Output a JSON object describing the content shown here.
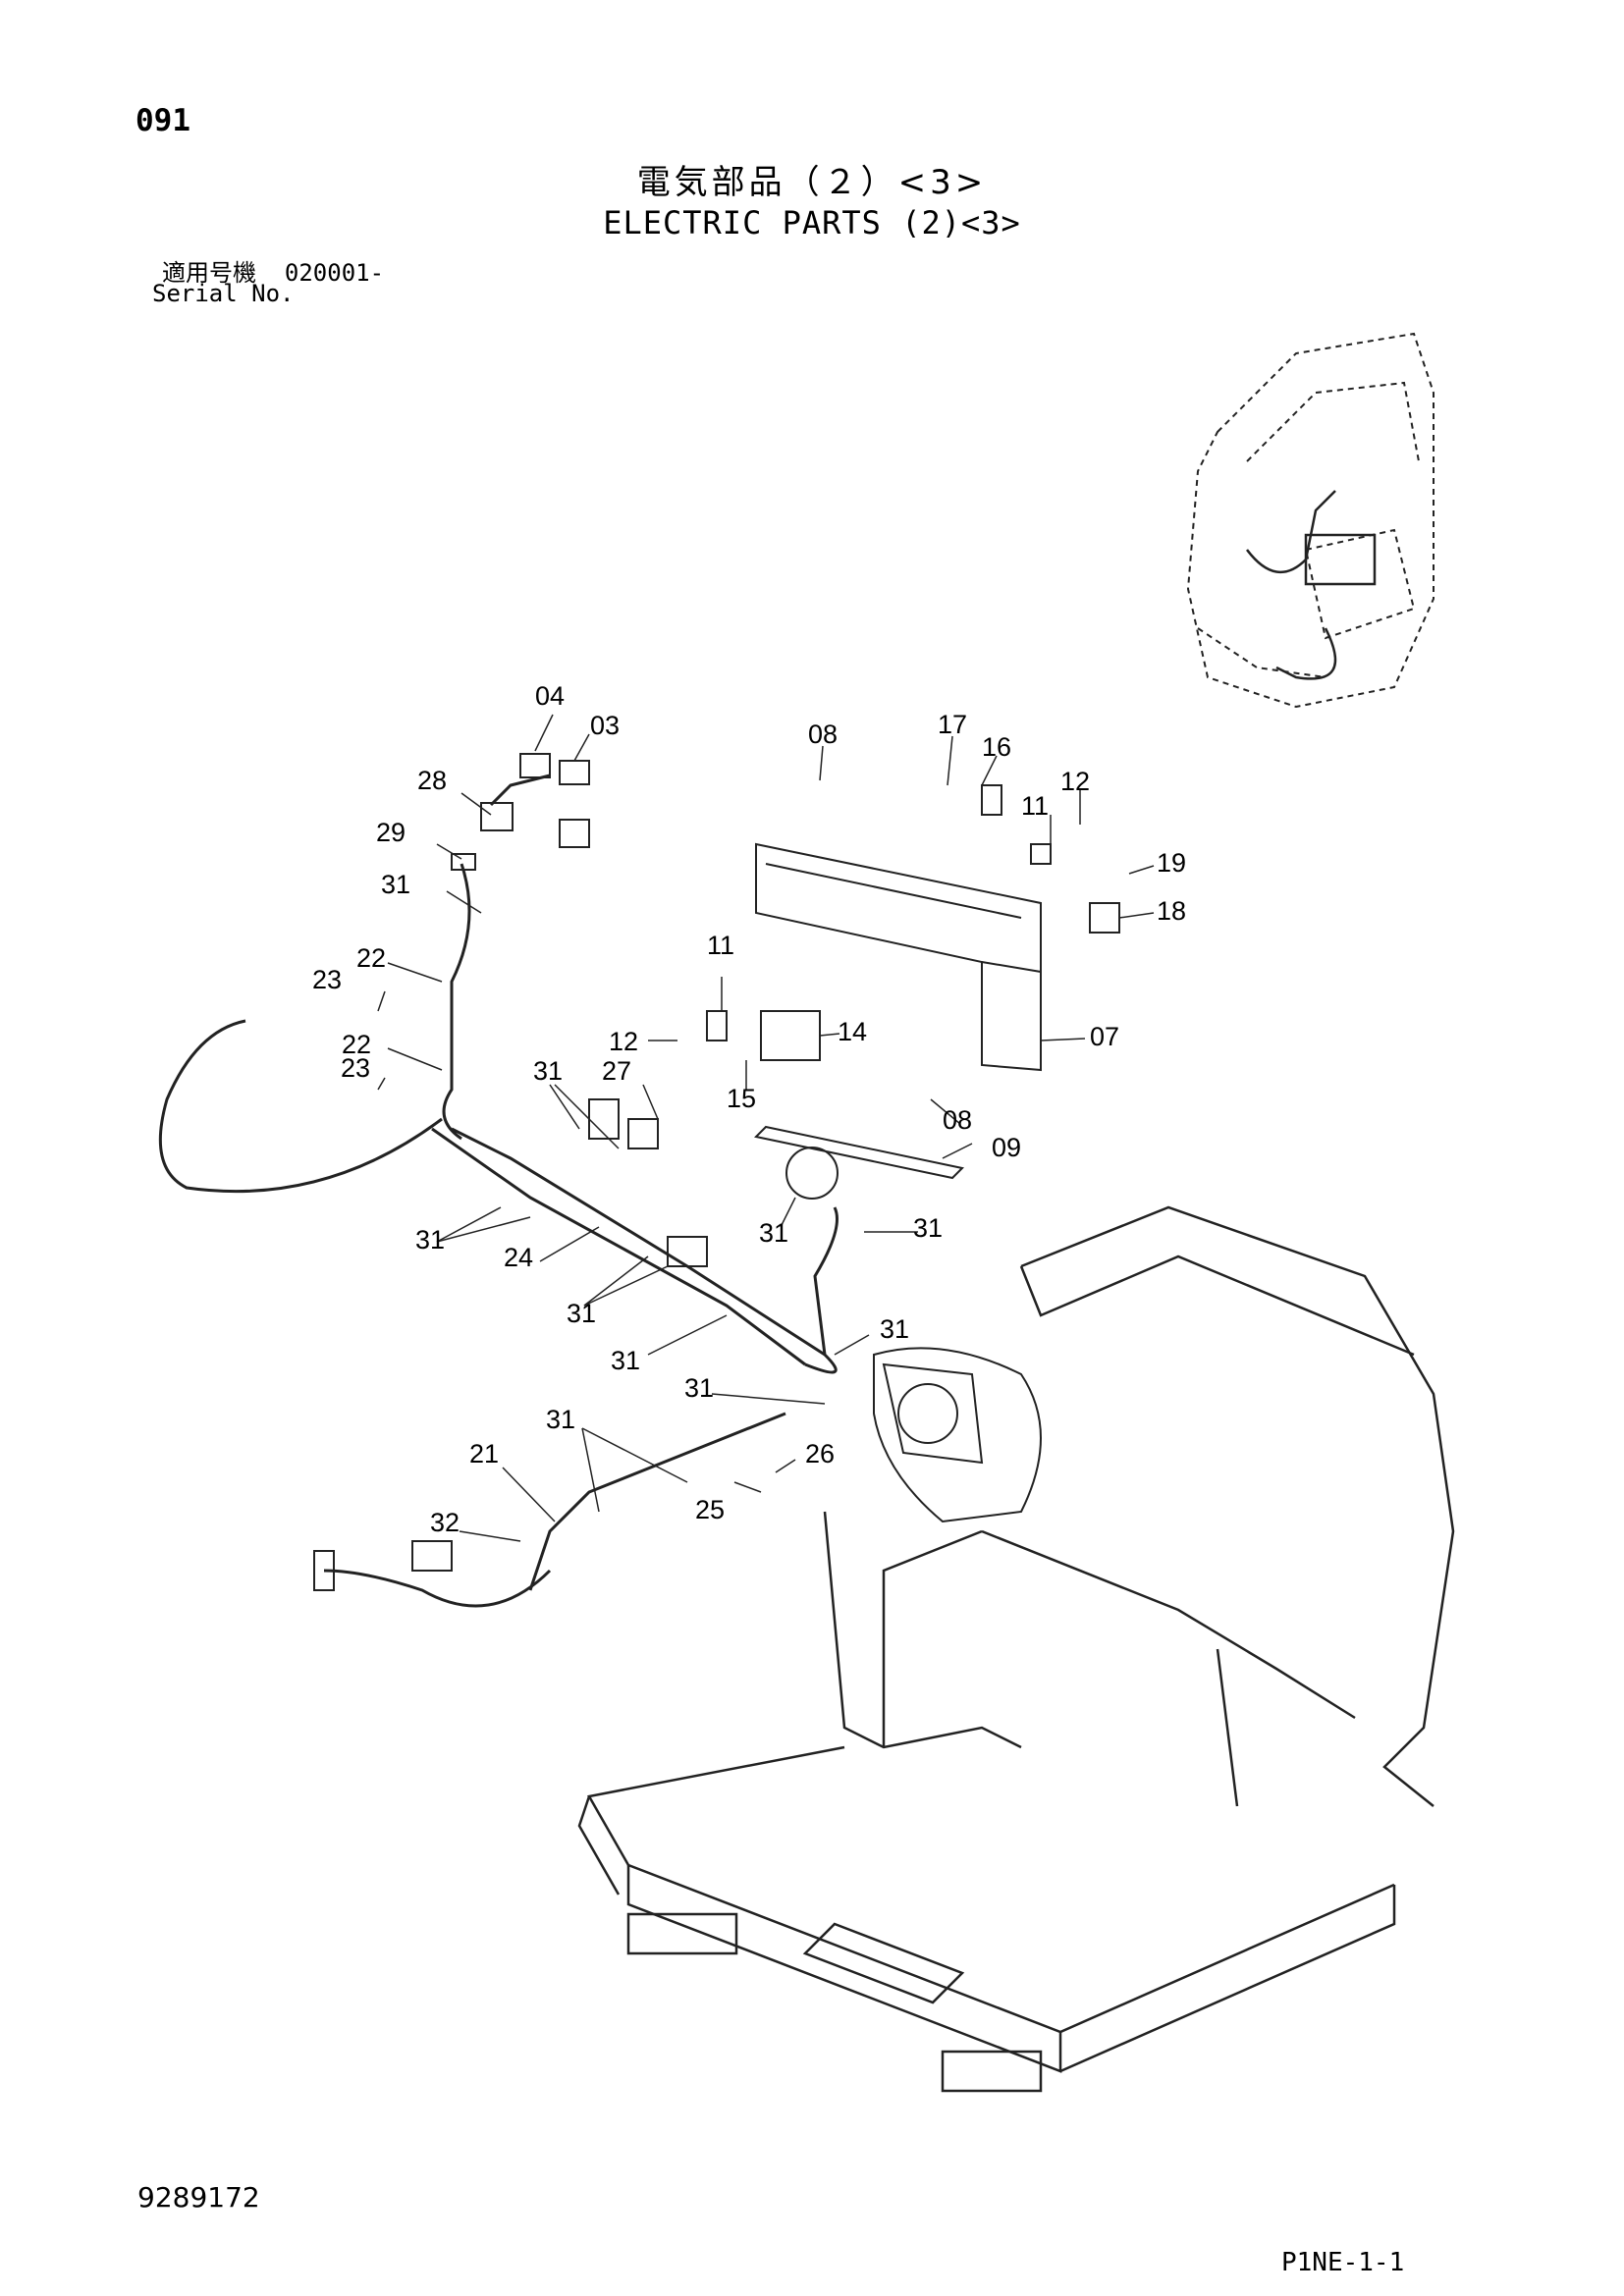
{
  "page": {
    "number": "091",
    "title_jp": "電気部品（２）<3>",
    "title_en": "ELECTRIC PARTS (2)<3>",
    "serial_label_jp": "適用号機",
    "serial_value": "020001-",
    "serial_label_en": "Serial No.",
    "drawing_number": "9289172",
    "sheet_code": "P1NE-1-1"
  },
  "callouts": [
    "04",
    "03",
    "28",
    "29",
    "31",
    "22",
    "23",
    "22",
    "23",
    "08",
    "17",
    "16",
    "12",
    "11",
    "19",
    "18",
    "11",
    "12",
    "14",
    "07",
    "15",
    "08",
    "09",
    "31",
    "27",
    "31",
    "31",
    "24",
    "31",
    "31",
    "31",
    "31",
    "21",
    "32",
    "31",
    "26",
    "25",
    "31"
  ]
}
